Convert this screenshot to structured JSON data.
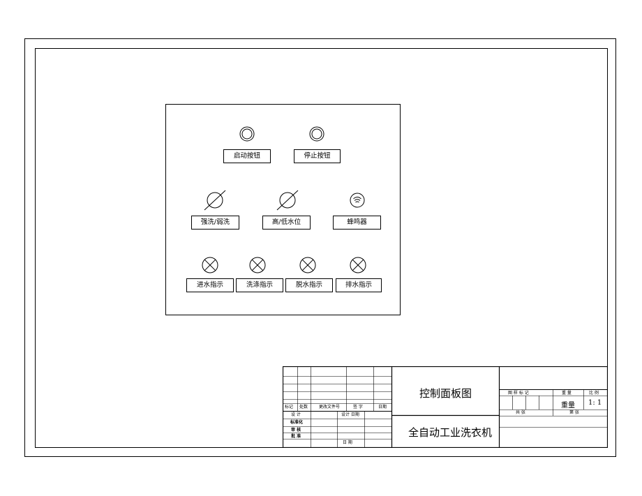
{
  "panel": {
    "buttons": [
      {
        "label": "启动按钮",
        "icon": "push-button-icon"
      },
      {
        "label": "停止按钮",
        "icon": "push-button-icon"
      }
    ],
    "switches": [
      {
        "label": "强洗/弱洗",
        "icon": "selector-switch-icon"
      },
      {
        "label": "高/低水位",
        "icon": "selector-switch-icon"
      },
      {
        "label": "蜂鸣器",
        "icon": "buzzer-icon"
      }
    ],
    "indicators": [
      {
        "label": "进水指示",
        "icon": "indicator-lamp-icon"
      },
      {
        "label": "洗涤指示",
        "icon": "indicator-lamp-icon"
      },
      {
        "label": "脱水指示",
        "icon": "indicator-lamp-icon"
      },
      {
        "label": "排水指示",
        "icon": "indicator-lamp-icon"
      }
    ]
  },
  "title_block": {
    "drawing_title": "控制面板图",
    "project_title": "全自动工业洗衣机",
    "rev_headers": {
      "mark": "标记",
      "count": "处数",
      "doc": "更改文件号",
      "sign": "签 字",
      "date": "日期"
    },
    "design": "设 计",
    "design_date": "设计 日期",
    "standard": "标准化",
    "review": "审 核",
    "approve": "批 准",
    "date": "日 期",
    "stage_mark": "图 样 标 记",
    "weight_label": "重 量",
    "scale_label": "比 例",
    "weight_value": "重量",
    "scale_value": "1: 1",
    "total_sheets": "共    张",
    "sheet_no": "第    张"
  }
}
